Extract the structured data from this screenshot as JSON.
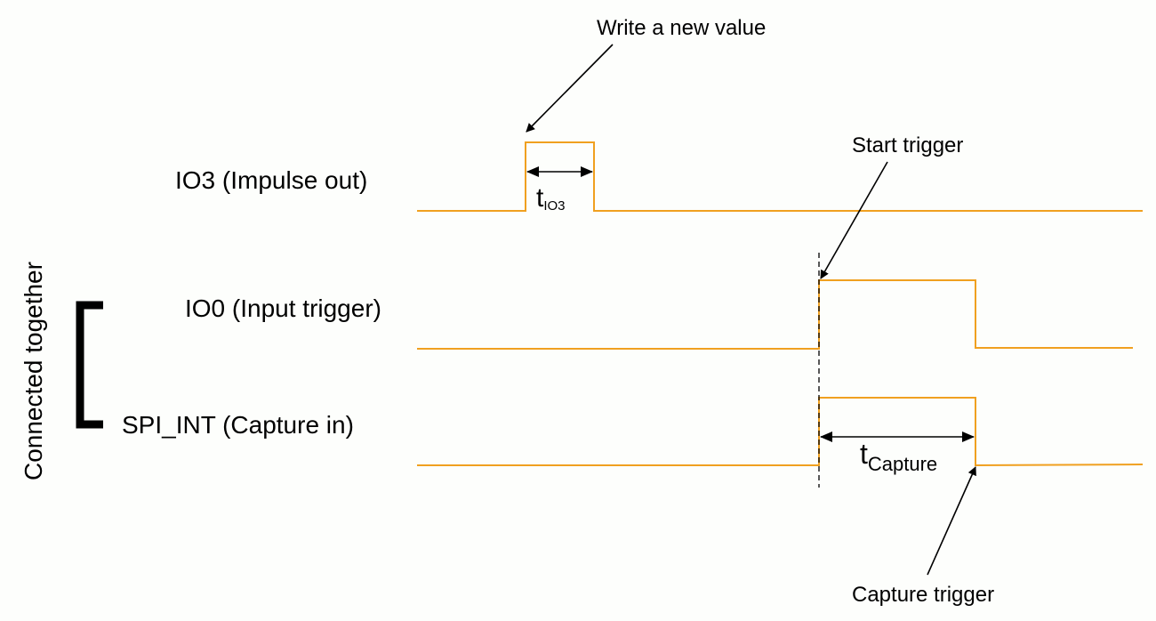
{
  "diagram": {
    "colors": {
      "signal": "#f0a020",
      "text": "#000000",
      "background": "#fdfefc"
    },
    "side_label": "Connected together",
    "signals": [
      {
        "name": "IO3 (Impulse out)"
      },
      {
        "name": "IO0 (Input trigger)"
      },
      {
        "name": "SPI_INT (Capture in)"
      }
    ],
    "annotations": {
      "write": "Write a new value",
      "start": "Start trigger",
      "capture": "Capture trigger"
    },
    "durations": {
      "io3": {
        "main": "t",
        "sub": "IO3"
      },
      "capture": {
        "main": "t",
        "sub": "Capture"
      }
    }
  }
}
